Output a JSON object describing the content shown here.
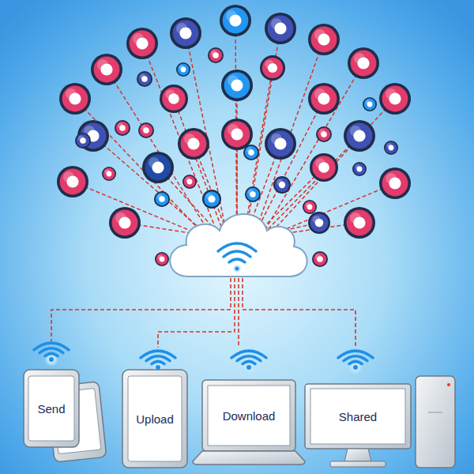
{
  "diagram": {
    "nodes": [
      {
        "text": [
          "Send"
        ]
      },
      {
        "text": [
          "Upload"
        ]
      },
      {
        "text": [
          "Download"
        ]
      },
      {
        "text": [
          "Shared"
        ]
      }
    ]
  }
}
